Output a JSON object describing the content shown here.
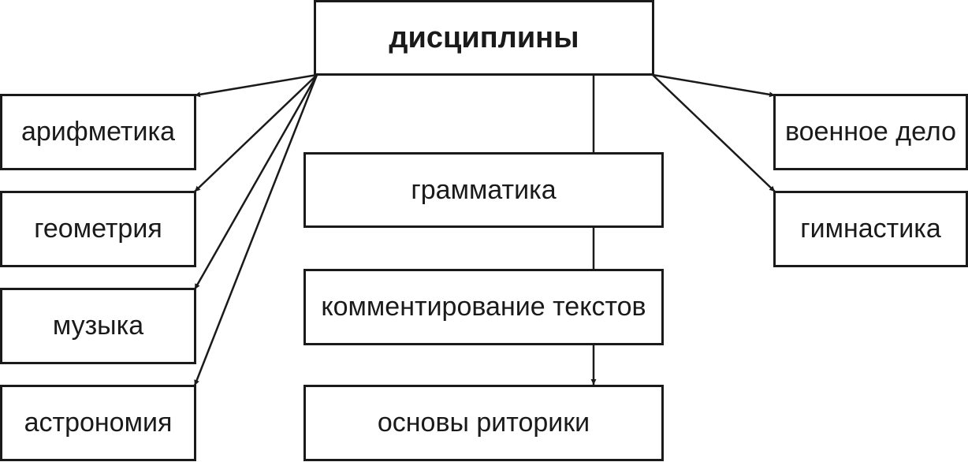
{
  "root": {
    "label": "дисциплины"
  },
  "left": [
    {
      "label": "арифметика"
    },
    {
      "label": "геометрия"
    },
    {
      "label": "музыка"
    },
    {
      "label": "астрономия"
    }
  ],
  "center": [
    {
      "label": "грамматика"
    },
    {
      "label": "комментирование текстов"
    },
    {
      "label": "основы риторики"
    }
  ],
  "right": [
    {
      "label": "военное дело"
    },
    {
      "label": "гимнастика"
    }
  ],
  "colors": {
    "stroke": "#1a1a1a",
    "background": "#ffffff"
  }
}
